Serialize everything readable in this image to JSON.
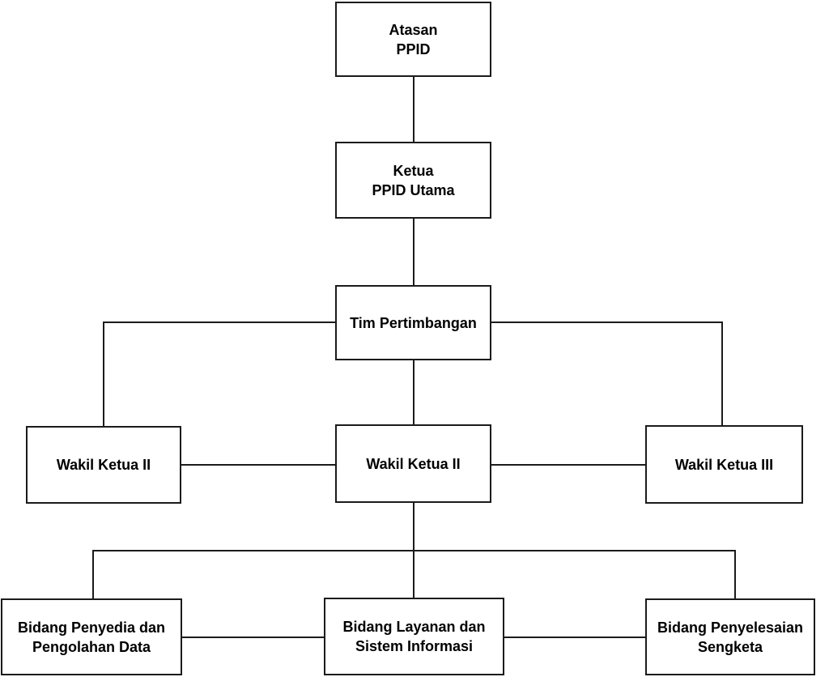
{
  "diagram": {
    "type": "org-chart",
    "colors": {
      "background": "#ffffff",
      "box_fill": "#ffffff",
      "box_border": "#1b1b1b",
      "connector": "#1b1b1b",
      "text": "#000000"
    },
    "nodes": {
      "atasan_ppid": {
        "label": "Atasan\nPPID"
      },
      "ketua_ppid_utama": {
        "label": "Ketua\nPPID Utama"
      },
      "tim_pertimbangan": {
        "label": "Tim Pertimbangan"
      },
      "wakil_ketua_ii_left": {
        "label": "Wakil Ketua II"
      },
      "wakil_ketua_ii_center": {
        "label": "Wakil Ketua II"
      },
      "wakil_ketua_iii": {
        "label": "Wakil Ketua III"
      },
      "bidang_penyedia": {
        "label": "Bidang Penyedia dan\nPengolahan Data"
      },
      "bidang_layanan": {
        "label": "Bidang Layanan dan\nSistem Informasi"
      },
      "bidang_penyelesaian": {
        "label": "Bidang Penyelesaian\nSengketa"
      }
    },
    "edges": [
      {
        "from": "atasan_ppid",
        "to": "ketua_ppid_utama"
      },
      {
        "from": "ketua_ppid_utama",
        "to": "tim_pertimbangan"
      },
      {
        "from": "tim_pertimbangan",
        "to": "wakil_ketua_ii_left"
      },
      {
        "from": "tim_pertimbangan",
        "to": "wakil_ketua_ii_center"
      },
      {
        "from": "tim_pertimbangan",
        "to": "wakil_ketua_iii"
      },
      {
        "from": "wakil_ketua_ii_left",
        "to": "wakil_ketua_ii_center"
      },
      {
        "from": "wakil_ketua_ii_center",
        "to": "wakil_ketua_iii"
      },
      {
        "from": "wakil_ketua_ii_center",
        "to": "bidang_penyedia"
      },
      {
        "from": "wakil_ketua_ii_center",
        "to": "bidang_layanan"
      },
      {
        "from": "wakil_ketua_ii_center",
        "to": "bidang_penyelesaian"
      },
      {
        "from": "bidang_penyedia",
        "to": "bidang_layanan"
      },
      {
        "from": "bidang_layanan",
        "to": "bidang_penyelesaian"
      }
    ]
  }
}
